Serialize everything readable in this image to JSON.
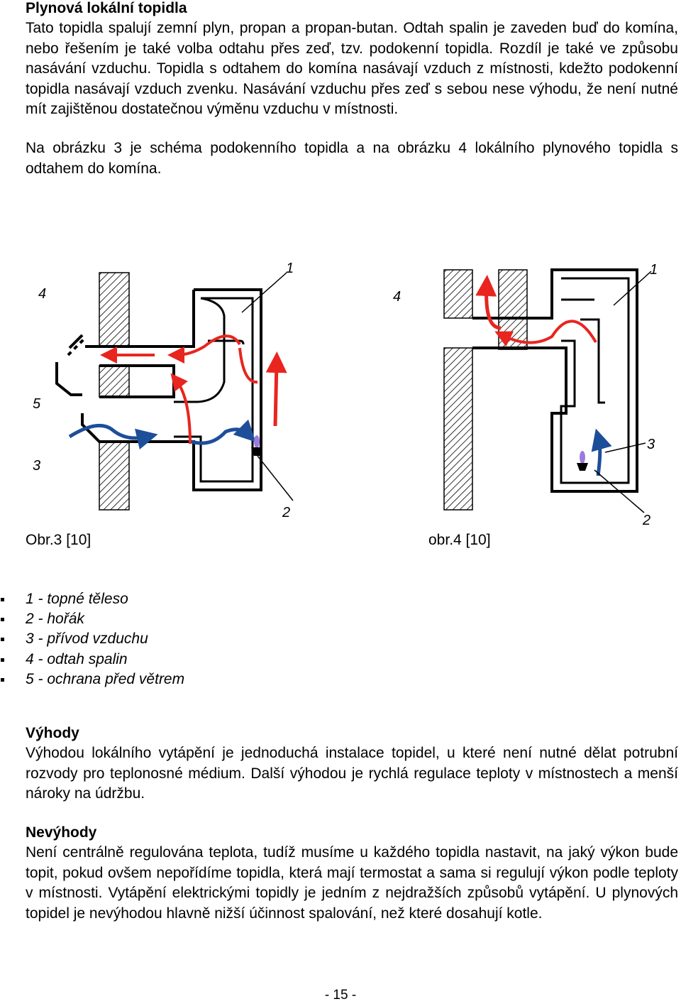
{
  "title": "Plynová lokální topidla",
  "paragraphs": {
    "intro": "Tato topidla spalují zemní plyn, propan a propan-butan. Odtah spalin je zaveden buď do komína, nebo řešením je také volba odtahu přes zeď, tzv. podokenní topidla. Rozdíl je také ve způsobu nasávání vzduchu. Topidla s odtahem do komína nasávají vzduch z místnosti, kdežto podokenní topidla nasávají vzduch zvenku. Nasávání vzduchu přes zeď s sebou nese výhodu, že není nutné mít zajištěnou dostatečnou výměnu vzduchu v místnosti.",
    "figures_ref": "Na obrázku 3 je schéma podokenního topidla a na obrázku 4 lokálního plynového topidla s odtahem do komína."
  },
  "figure3": {
    "caption": "Obr.3 [10]",
    "labels": {
      "l1": "1",
      "l2": "2",
      "l3": "3",
      "l4": "4",
      "l5": "5"
    }
  },
  "figure4": {
    "caption": "obr.4 [10]",
    "labels": {
      "l1": "1",
      "l2": "2",
      "l3": "3",
      "l4": "4"
    }
  },
  "legend": [
    "1 - topné těleso",
    "2 - hořák",
    "3 - přívod vzduchu",
    "4 - odtah spalin",
    "5 - ochrana před větrem"
  ],
  "advantages": {
    "heading": "Výhody",
    "text": "Výhodou lokálního vytápění je jednoduchá instalace topidel, u které není nutné dělat potrubní rozvody pro teplonosné médium. Další výhodou je rychlá regulace teploty v místnostech a menší nároky na údržbu."
  },
  "disadvantages": {
    "heading": "Nevýhody",
    "text": "Není centrálně regulována teplota, tudíž musíme u každého topidla nastavit, na jaký výkon bude topit, pokud ovšem nepořídíme topidla, která mají termostat a sama si regulují výkon podle teploty v místnosti. Vytápění elektrickými topidly je jedním z nejdražších způsobů vytápění. U plynových topidel je nevýhodou hlavně nižší účinnost spalování, než které dosahují kotle."
  },
  "page_number": "- 15 -",
  "colors": {
    "exhaust_arrow": "#e8251f",
    "intake_arrow": "#1d4e9a",
    "flame": "#9b7be0"
  }
}
